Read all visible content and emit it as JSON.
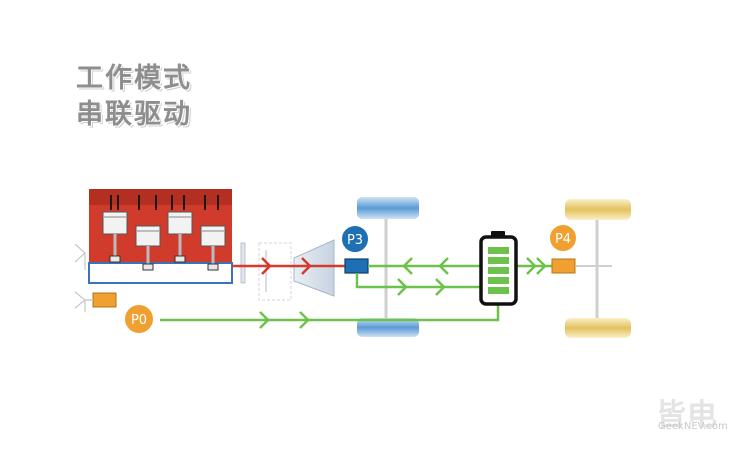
{
  "title": {
    "line1": "工作模式",
    "line2": "串联驱动"
  },
  "labels": {
    "p0": "P0",
    "p3": "P3",
    "p4": "P4"
  },
  "watermark": {
    "main": "皆电",
    "sub": "GeekNEV.com"
  },
  "colors": {
    "engine_red": "#d13b2c",
    "flow_red": "#d63a2a",
    "flow_green": "#6cc24a",
    "front_axle_blue": "#5b9bd5",
    "p3_badge": "#1f6fb5",
    "orange": "#f0a030",
    "rear_axle_gold": "#e8c96a",
    "battery_green": "#6cc24a"
  }
}
